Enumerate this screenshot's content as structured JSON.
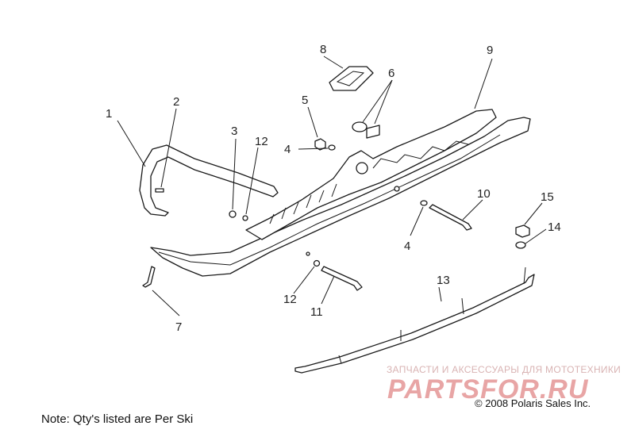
{
  "callouts": {
    "c1": "1",
    "c2": "2",
    "c3": "3",
    "c4a": "4",
    "c4b": "4",
    "c5": "5",
    "c6": "6",
    "c7": "7",
    "c8": "8",
    "c9": "9",
    "c10": "10",
    "c11": "11",
    "c12a": "12",
    "c12b": "12",
    "c13": "13",
    "c14": "14",
    "c15": "15"
  },
  "note": "Note: Qty's listed are Per Ski",
  "copyright": "© 2008 Polaris Sales Inc.",
  "watermark": {
    "line1": "ЗАПЧАСТИ И АКСЕССУАРЫ ДЛЯ МОТОТЕХНИКИ",
    "line2": "PARTSFOR.RU"
  }
}
